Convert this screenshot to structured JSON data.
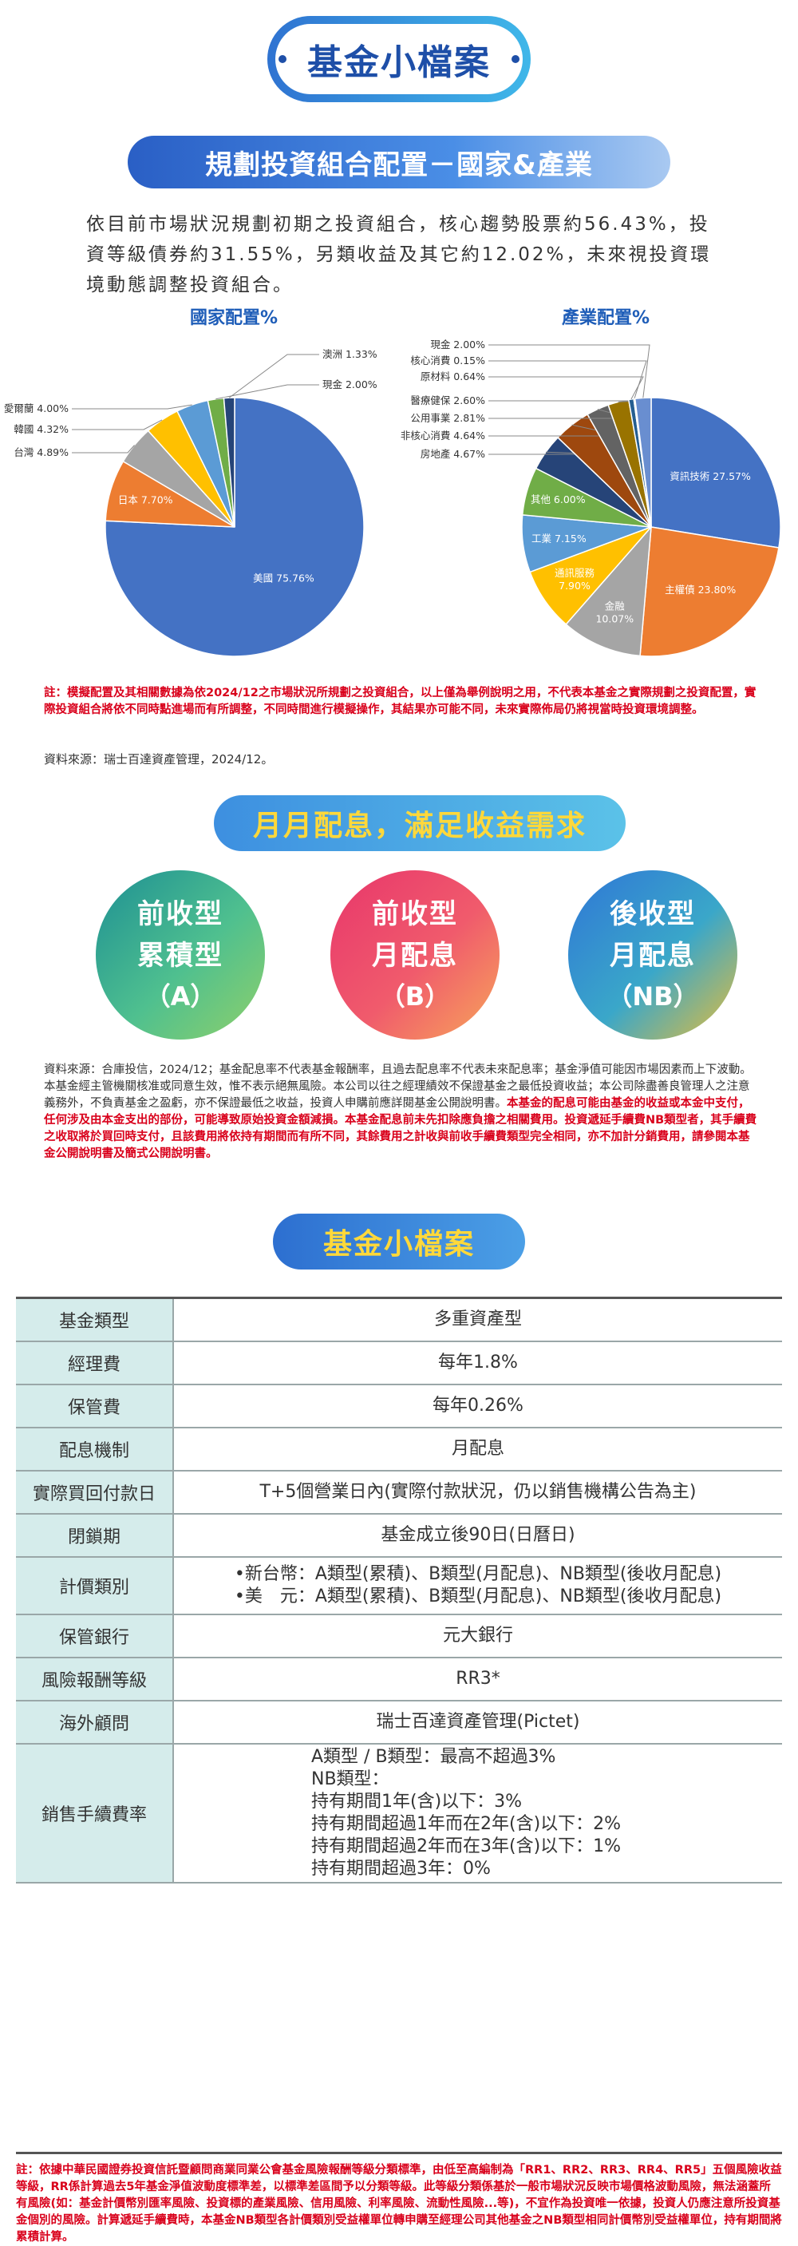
{
  "header": {
    "title": "基金小檔案"
  },
  "section1": {
    "banner": "規劃投資組合配置－國家&產業",
    "intro": "依目前市場狀況規劃初期之投資組合，核心趨勢股票約56.43%，投資等級債券約31.55%，另類收益及其它約12.02%，未來視投資環境動態調整投資組合。"
  },
  "chart_data": [
    {
      "type": "pie",
      "title": "國家配置%",
      "categories": [
        "美國",
        "日本",
        "台灣",
        "韓國",
        "愛爾蘭",
        "現金",
        "澳洲"
      ],
      "values": [
        75.76,
        7.7,
        4.89,
        4.32,
        4.0,
        2.0,
        1.33
      ],
      "labels": [
        "美國 75.76%",
        "日本 7.70%",
        "台灣 4.89%",
        "韓國 4.32%",
        "愛爾蘭 4.00%",
        "現金 2.00%",
        "澳洲 1.33%"
      ],
      "colors": [
        "#4472c4",
        "#ed7d31",
        "#a5a5a5",
        "#ffc000",
        "#5b9bd5",
        "#70ad47",
        "#264478"
      ]
    },
    {
      "type": "pie",
      "title": "產業配置%",
      "categories": [
        "資訊技術",
        "主權債",
        "金融",
        "通訊服務",
        "工業",
        "其他",
        "房地產",
        "非核心消費",
        "公用事業",
        "醫療健保",
        "原材料",
        "核心消費",
        "現金"
      ],
      "values": [
        27.57,
        23.8,
        10.07,
        7.9,
        7.15,
        6.0,
        4.67,
        4.64,
        2.81,
        2.6,
        0.64,
        0.15,
        2.0
      ],
      "labels": [
        "資訊技術 27.57%",
        "主權債 23.80%",
        "金融 10.07%",
        "通訊服務 7.90%",
        "工業 7.15%",
        "其他 6.00%",
        "房地產 4.67%",
        "非核心消費 4.64%",
        "公用事業 2.81%",
        "醫療健保 2.60%",
        "原材料 0.64%",
        "核心消費 0.15%",
        "現金 2.00%"
      ],
      "colors": [
        "#4472c4",
        "#ed7d31",
        "#a5a5a5",
        "#ffc000",
        "#5b9bd5",
        "#70ad47",
        "#264478",
        "#9e480e",
        "#636363",
        "#997300",
        "#255e91",
        "#43682b",
        "#698ed0"
      ]
    }
  ],
  "notes": {
    "note1": "註：模擬配置及其相關數據為依2024/12之市場狀況所規劃之投資組合，以上僅為舉例說明之用，不代表本基金之實際規劃之投資配置，實際投資組合將依不同時點進場而有所調整，不同時間進行模擬操作，其結果亦可能不同，未來實際佈局仍將視當時投資環境調整。",
    "source1": "資料來源：瑞士百達資產管理，2024/12。",
    "note2_normal": "資料來源：合庫投信，2024/12；基金配息率不代表基金報酬率，且過去配息率不代表未來配息率；基金淨值可能因市場因素而上下波動。本基金經主管機關核准或同意生效，惟不表示絕無風險。本公司以往之經理績效不保證基金之最低投資收益；本公司除盡善良管理人之注意義務外，不負責基金之盈虧，亦不保證最低之收益，投資人申購前應詳閱基金公開說明書。",
    "note2_red": "本基金的配息可能由基金的收益或本金中支付，任何涉及由本金支出的部份，可能導致原始投資金額減損。本基金配息前未先扣除應負擔之相關費用。投資遞延手續費NB類型者，其手續費之收取將於買回時支付，且該費用將依持有期間而有所不同，其餘費用之計收與前收手續費類型完全相同，亦不加計分銷費用，請參閱本基金公開說明書及簡式公開說明書。",
    "note3": "註：依據中華民國證券投資信託暨顧問商業同業公會基金風險報酬等級分類標準，由低至高編制為「RR1、RR2、RR3、RR4、RR5」五個風險收益等級，RR係計算過去5年基金淨值波動度標準差，以標準差區間予以分類等級。此等級分類係基於一般市場狀況反映市場價格波動風險，無法涵蓋所有風險(如：基金計價幣別匯率風險、投資標的產業風險、信用風險、利率風險、流動性風險...等)，不宜作為投資唯一依據，投資人仍應注意所投資基金個別的風險。計算遞延手續費時，本基金NB類型各計價類別受益權單位轉申購至經理公司其他基金之NB類型相同計價幣別受益權單位，持有期間將累積計算。"
  },
  "section2": {
    "banner": "月月配息，滿足收益需求",
    "circles": [
      {
        "l1": "前收型",
        "l2": "累積型",
        "l3": "（A）"
      },
      {
        "l1": "前收型",
        "l2": "月配息",
        "l3": "（B）"
      },
      {
        "l1": "後收型",
        "l2": "月配息",
        "l3": "（NB）"
      }
    ]
  },
  "section3": {
    "banner": "基金小檔案",
    "rows": [
      {
        "k": "基金類型",
        "v": [
          "多重資產型"
        ]
      },
      {
        "k": "經理費",
        "v": [
          "每年1.8%"
        ]
      },
      {
        "k": "保管費",
        "v": [
          "每年0.26%"
        ]
      },
      {
        "k": "配息機制",
        "v": [
          "月配息"
        ]
      },
      {
        "k": "實際買回付款日",
        "v": [
          "T+5個營業日內(實際付款狀況，仍以銷售機構公告為主)"
        ]
      },
      {
        "k": "閉鎖期",
        "v": [
          "基金成立後90日(日曆日)"
        ]
      },
      {
        "k": "計價類別",
        "v": [
          "•新台幣：A類型(累積)、B類型(月配息)、NB類型(後收月配息)",
          "•美　元：A類型(累積)、B類型(月配息)、NB類型(後收月配息)"
        ]
      },
      {
        "k": "保管銀行",
        "v": [
          "元大銀行"
        ]
      },
      {
        "k": "風險報酬等級",
        "v": [
          "RR3*"
        ]
      },
      {
        "k": "海外顧問",
        "v": [
          "瑞士百達資產管理(Pictet)"
        ]
      },
      {
        "k": "銷售手續費率",
        "v": [
          "A類型 / B類型：最高不超過3%",
          "NB類型：",
          "持有期間1年(含)以下：3%",
          "持有期間超過1年而在2年(含)以下：2%",
          "持有期間超過2年而在3年(含)以下：1%",
          "持有期間超過3年：0%"
        ]
      }
    ]
  }
}
